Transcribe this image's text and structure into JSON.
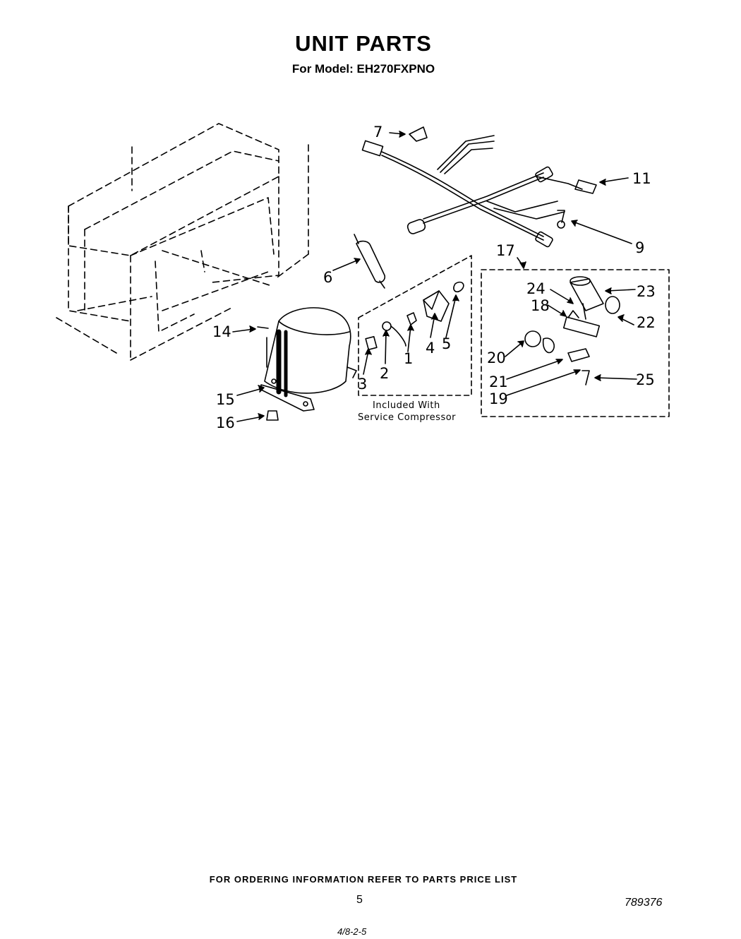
{
  "header": {
    "title": "UNIT PARTS",
    "model_line": "For Model: EH270FXPNO"
  },
  "callouts": {
    "c1": "1",
    "c2": "2",
    "c3": "3",
    "c4": "4",
    "c5": "5",
    "c6": "6",
    "c7": "7",
    "c9": "9",
    "c11": "11",
    "c14": "14",
    "c15": "15",
    "c16": "16",
    "c17": "17",
    "c18": "18",
    "c19": "19",
    "c20": "20",
    "c21": "21",
    "c22": "22",
    "c23": "23",
    "c24": "24",
    "c25": "25"
  },
  "caption": {
    "line1": "Included With",
    "line2": "Service Compressor"
  },
  "footer": {
    "ordering_note": "FOR ORDERING INFORMATION REFER TO PARTS PRICE LIST",
    "page_number": "5",
    "doc_number": "789376",
    "handwritten_mark": "4/8-2-5"
  }
}
